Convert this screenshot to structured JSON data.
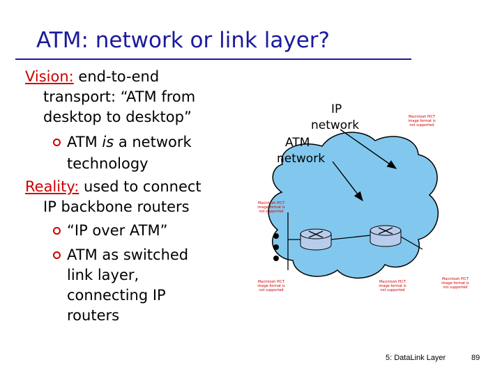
{
  "slide": {
    "title": "ATM:  network or link layer?",
    "body": {
      "vision_label": "Vision:",
      "vision_line1": " end-to-end",
      "vision_line2": "transport: “ATM from",
      "vision_line3": "desktop to desktop”",
      "bullet1_a": "ATM ",
      "bullet1_em": "is",
      "bullet1_b": " a network",
      "bullet1_line2": "technology",
      "reality_label": "Reality:",
      "reality_line1": " used to connect",
      "reality_line2": "IP backbone routers",
      "bullet2": "“IP over ATM”",
      "bullet3_line1": "ATM as switched",
      "bullet3_line2": "link layer,",
      "bullet3_line3": "connecting IP",
      "bullet3_line4": "routers"
    },
    "diagram": {
      "ip_label_1": "IP",
      "ip_label_2": "network",
      "atm_label_1": "ATM",
      "atm_label_2": "network",
      "image_placeholder_text": "Macintosh PICT image format is not supported"
    },
    "footer": {
      "chapter": "5: DataLink Layer",
      "page": "89"
    },
    "colors": {
      "title": "#1a1a9c",
      "label_red": "#cc0000",
      "cloud_fill": "#82c8ee",
      "router_fill": "#b8ccec"
    }
  }
}
